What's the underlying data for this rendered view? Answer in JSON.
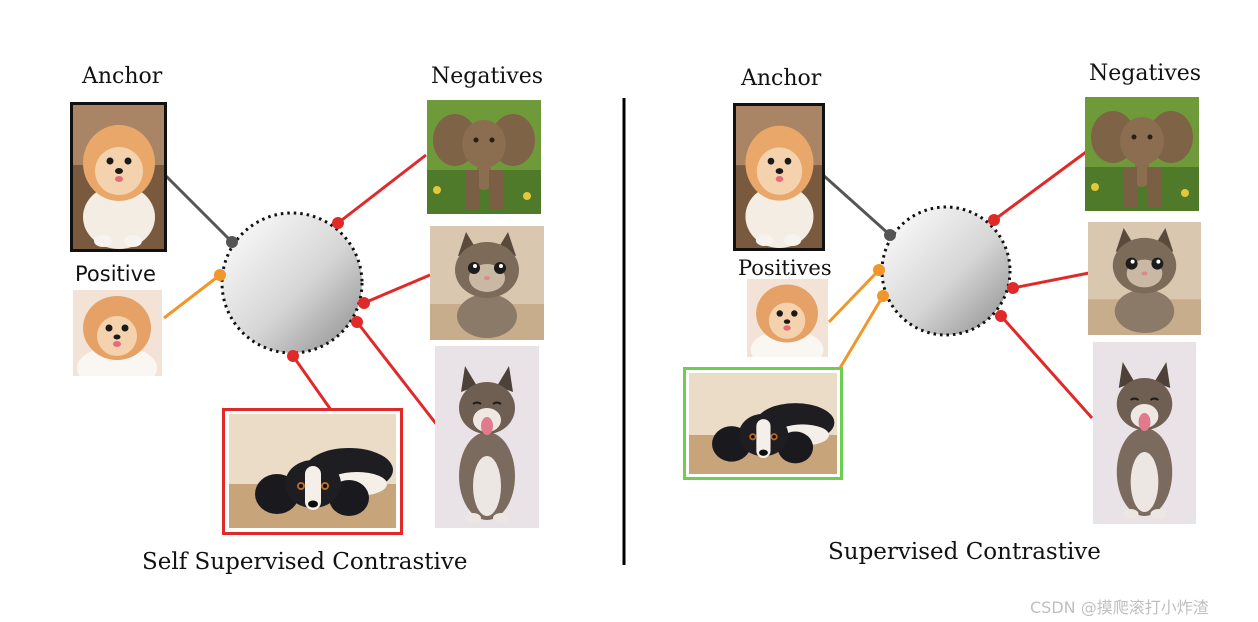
{
  "left_panel": {
    "anchor_label": "Anchor",
    "positive_label": "Positive",
    "negatives_label": "Negatives",
    "caption": "Self Supervised Contrastive"
  },
  "right_panel": {
    "anchor_label": "Anchor",
    "positive_label": "Positives",
    "negatives_label": "Negatives",
    "caption": "Supervised Contrastive"
  },
  "watermark": "CSDN @摸爬滚打小炸渣",
  "colors": {
    "anchor_link": "#555555",
    "positive_link": "#f0962a",
    "negative_link": "#e02a2a",
    "negative_frame": "#e02a2a",
    "positive_frame": "#6ccf4f",
    "divider": "#000000"
  },
  "icons": {
    "anchor_image": "pomeranian-photo",
    "positive_image": "pomeranian-photo",
    "spaniel_image": "spaniel-photo",
    "elephant_image": "elephant-photo",
    "kitten_image": "kitten-photo",
    "yawning_kitten_image": "yawning-kitten-photo"
  }
}
